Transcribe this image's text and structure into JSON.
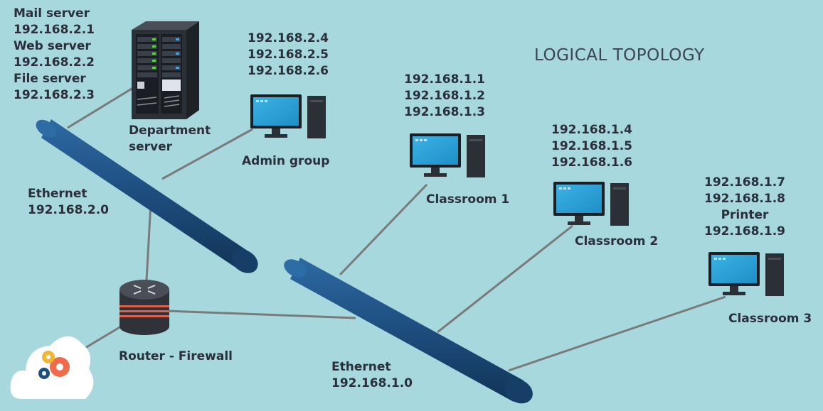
{
  "title": "LOGICAL TOPOLOGY",
  "colors": {
    "background": "#a7d8de",
    "cable": "#1f4f7f",
    "link": "#7a7a7a",
    "screen": "#2a9fd6",
    "text": "#2a2f3a"
  },
  "nodes": {
    "department_server": {
      "label": "Department\nserver",
      "info": "Mail server\n192.168.2.1\nWeb server\n192.168.2.2\nFile server\n192.168.2.3",
      "icon": "server-rack-icon"
    },
    "admin_group": {
      "label": "Admin group",
      "ips": "192.168.2.4\n192.168.2.5\n192.168.2.6",
      "icon": "desktop-computer-icon"
    },
    "classroom_1": {
      "label": "Classroom 1",
      "ips": "192.168.1.1\n192.168.1.2\n192.168.1.3",
      "icon": "desktop-computer-icon"
    },
    "classroom_2": {
      "label": "Classroom 2",
      "ips": "192.168.1.4\n192.168.1.5\n192.168.1.6",
      "icon": "desktop-computer-icon"
    },
    "classroom_3": {
      "label": "Classroom 3",
      "ips": "192.168.1.7\n192.168.1.8\nPrinter\n192.168.1.9",
      "icon": "desktop-computer-icon"
    },
    "router": {
      "label": "Router - Firewall",
      "icon": "router-icon"
    },
    "cloud": {
      "icon": "cloud-gears-icon"
    }
  },
  "networks": {
    "ethernet_2": {
      "label": "Ethernet\n192.168.2.0"
    },
    "ethernet_1": {
      "label": "Ethernet\n192.168.1.0"
    }
  }
}
